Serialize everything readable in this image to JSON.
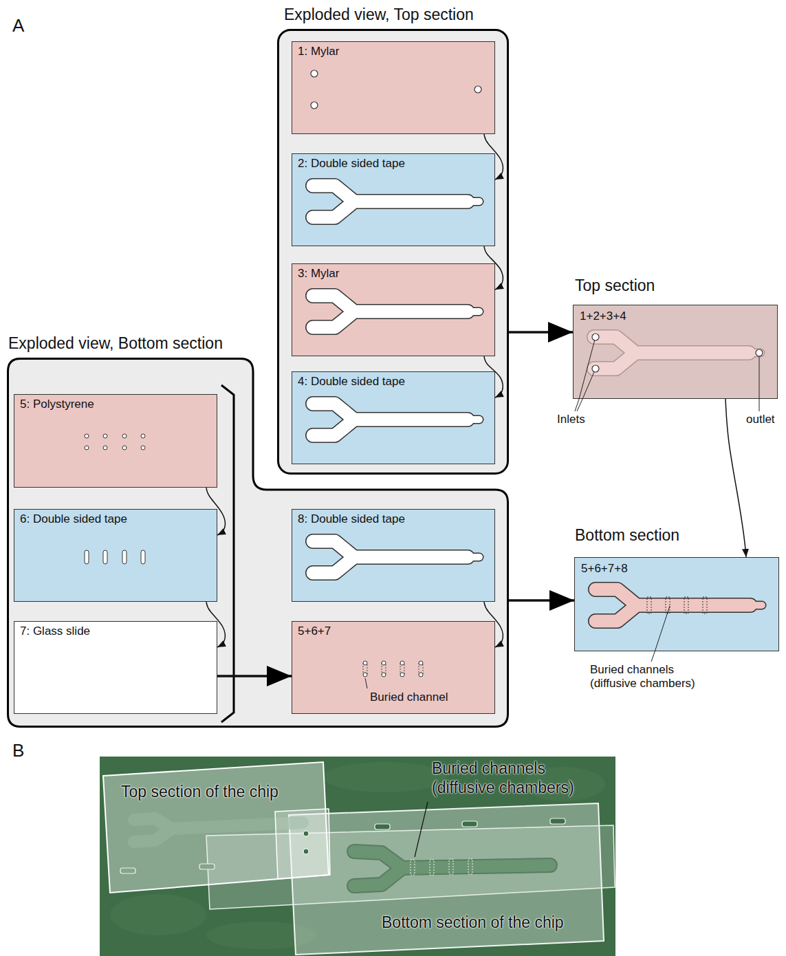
{
  "diagram": {
    "nodes": [
      {
        "text": [
          "Exploded view, Top section"
        ]
      },
      {
        "text": [
          "1: Mylar"
        ],
        "in": 0
      },
      {
        "text": [
          "2: Double sided tape"
        ],
        "in": 0
      },
      {
        "text": [
          "3: Mylar"
        ],
        "in": 0
      },
      {
        "text": [
          "4: Double sided tape"
        ],
        "in": 0
      },
      {
        "text": [
          "Top section",
          "1+2+3+4"
        ]
      },
      {
        "text": [
          "Exploded view, Bottom section"
        ]
      },
      {
        "text": [
          "5: Polystyrene"
        ],
        "in": 6
      },
      {
        "text": [
          "6: Double sided tape"
        ],
        "in": 6
      },
      {
        "text": [
          "7: Glass slide"
        ],
        "in": 6
      },
      {
        "text": [
          "8: Double sided tape"
        ],
        "in": 6
      },
      {
        "text": [
          "5+6+7",
          "Buried channel"
        ],
        "in": 6
      },
      {
        "text": [
          "Bottom section",
          "5+6+7+8"
        ]
      }
    ],
    "edges": [
      {
        "from": 1,
        "to": 2,
        "arrow": "to"
      },
      {
        "from": 2,
        "to": 3,
        "arrow": "to"
      },
      {
        "from": 3,
        "to": 4,
        "arrow": "to"
      },
      {
        "from": 0,
        "to": 5,
        "arrow": "to"
      },
      {
        "from": 7,
        "to": 8,
        "arrow": "to"
      },
      {
        "from": 8,
        "to": 9,
        "arrow": "to"
      },
      {
        "from": 9,
        "to": 11,
        "arrow": "to"
      },
      {
        "from": 10,
        "to": 11,
        "arrow": "to"
      },
      {
        "from": 6,
        "to": 12,
        "arrow": "to"
      },
      {
        "from": 5,
        "to": 12,
        "arrow": "to"
      }
    ],
    "labels": [
      "A",
      "Inlets",
      "outlet",
      "Buried channels (diffusive chambers)",
      "B",
      "Top section of the chip",
      "Buried channels (diffusive chambers)",
      "Bottom section of the chip"
    ]
  }
}
